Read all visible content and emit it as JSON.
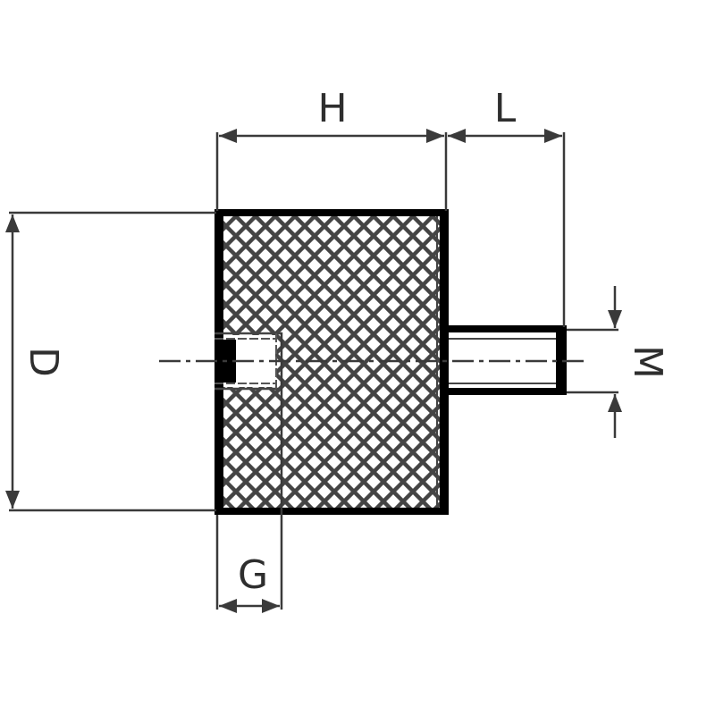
{
  "drawing": {
    "labels": {
      "height": "H",
      "stud_length": "L",
      "diameter": "D",
      "thread": "M",
      "internal_thread": "G"
    },
    "colors": {
      "outline": "#000000",
      "hatch": "#444444",
      "dimension": "#3a3a3a"
    }
  }
}
